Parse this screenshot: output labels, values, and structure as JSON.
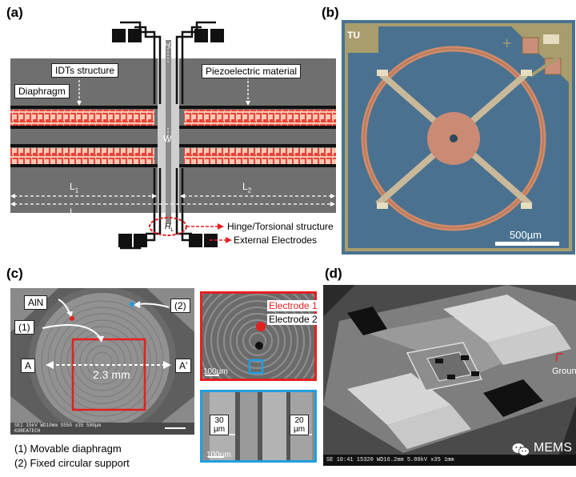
{
  "panels": {
    "a": {
      "label": "(a)",
      "idts": "IDTs structure",
      "diaphragm": "Diaphragm",
      "piezo": "Piezoelectric material",
      "hw": "H",
      "hw_sub": "W",
      "w": "W",
      "l1": "L",
      "l1_sub": "1",
      "l2": "L",
      "l2_sub": "2",
      "l": "L",
      "hl": "H",
      "hl_sub": "L",
      "hinge": "Hinge/Torsional structure",
      "electrodes": "External Electrodes"
    },
    "b": {
      "label": "(b)",
      "logo": "TU",
      "scale": "500µm"
    },
    "c": {
      "label": "(c)",
      "aln": "AlN",
      "n1": "(1)",
      "n2": "(2)",
      "a_left": "A",
      "a_right": "A'",
      "dim": "2.3 mm",
      "e1": "Electrode 1",
      "e2": "Electrode 2",
      "scale1": "100µm",
      "w30": "30",
      "w30u": "µm",
      "w20": "20",
      "w20u": "µm",
      "scale2": "100µm",
      "sem_bar": "SEI   15kV   WD10mm   SS50    x35    500µm",
      "sem_org": "KOREATECH",
      "legend1": "(1) Movable diaphragm",
      "legend2": "(2) Fixed circular support"
    },
    "d": {
      "label": "(d)",
      "ground": "Ground",
      "sem_bar": "SE      10:41        15320  WD16.2mm  5.00kV x35      1mm",
      "watermark": "MEMS"
    }
  },
  "colors": {
    "panel_a_grey": "#6f6f6f",
    "idt_red": "#e8322b",
    "idt_pink": "#f4c2b0",
    "chip_blue": "#4a7290",
    "chip_copper": "#c58466",
    "highlight_red": "#e32020",
    "highlight_blue": "#1f9fe0"
  }
}
